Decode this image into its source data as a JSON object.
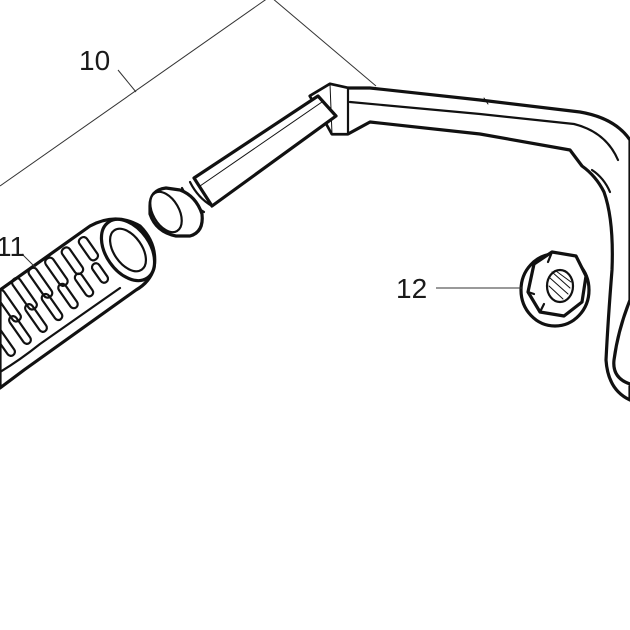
{
  "callouts": {
    "assembly": "10",
    "grip": "11",
    "nut": "12"
  },
  "icons": {
    "handle_bar": "handle-bar-drawing",
    "grip": "rubber-grip-drawing",
    "pin": "pin-bolt-drawing",
    "nut": "flange-nut-drawing"
  },
  "colors": {
    "ink": "#111111",
    "background": "#ffffff"
  }
}
